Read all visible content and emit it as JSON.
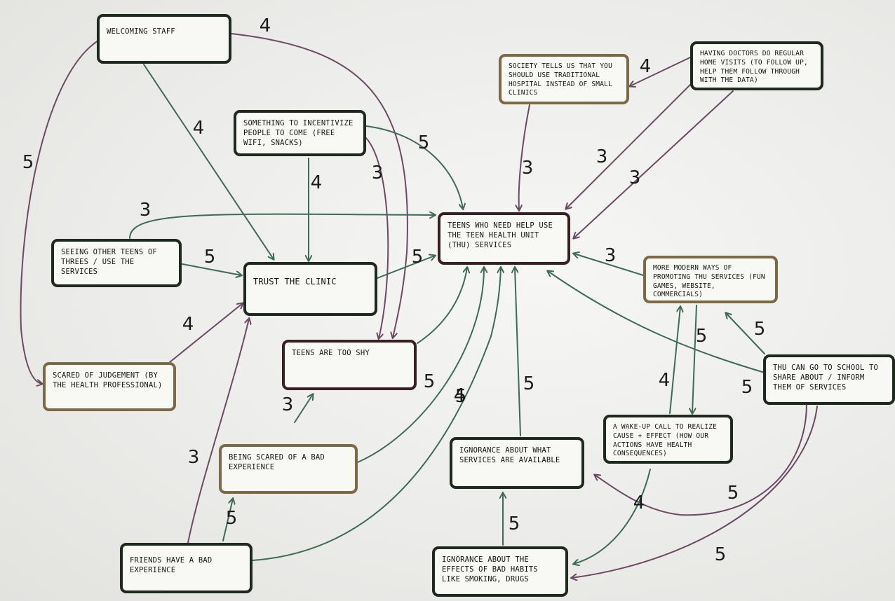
{
  "colors": {
    "board": "#ececea",
    "ink_dark": "#1f2a1f",
    "ink_tan": "#7b6a45",
    "ink_maroon": "#3a1f26",
    "arrow_green": "#3d6b55",
    "arrow_purple": "#6b4a63"
  },
  "nodes": [
    {
      "id": "welcoming",
      "text": "WELCOMING STAFF"
    },
    {
      "id": "society",
      "text": "SOCIETY TELLS US THAT YOU SHOULD USE TRADITIONAL HOSPITAL INSTEAD OF SMALL CLINICS"
    },
    {
      "id": "doctors",
      "text": "HAVING DOCTORS DO REGULAR HOME VISITS (TO FOLLOW UP, HELP THEM FOLLOW THROUGH WITH THE DATA)"
    },
    {
      "id": "incentive",
      "text": "SOMETHING TO INCENTIVIZE PEOPLE TO COME (FREE WIFI, SNACKS)"
    },
    {
      "id": "teens_use",
      "text": "TEENS WHO NEED HELP USE THE TEEN HEALTH UNIT (THU) SERVICES"
    },
    {
      "id": "seeing",
      "text": "SEEING OTHER TEENS OF THREES / USE THE SERVICES"
    },
    {
      "id": "trust",
      "text": "TRUST THE CLINIC"
    },
    {
      "id": "modern",
      "text": "MORE MODERN WAYS OF PROMOTING THU SERVICES (FUN GAMES, WEBSITE, COMMERCIALS)"
    },
    {
      "id": "shy",
      "text": "TEENS ARE TOO SHY"
    },
    {
      "id": "scared_judgement",
      "text": "SCARED OF JUDGEMENT (BY THE HEALTH PROFESSIONAL)"
    },
    {
      "id": "thu_school",
      "text": "THU CAN GO TO SCHOOL TO SHARE ABOUT / INFORM THEM OF SERVICES"
    },
    {
      "id": "wakeup",
      "text": "A WAKE-UP CALL TO REALIZE CAUSE + EFFECT (HOW OUR ACTIONS HAVE HEALTH CONSEQUENCES)"
    },
    {
      "id": "bad_experience",
      "text": "BEING SCARED OF A BAD EXPERIENCE"
    },
    {
      "id": "ignorance_services",
      "text": "IGNORANCE ABOUT WHAT SERVICES ARE AVAILABLE"
    },
    {
      "id": "friends",
      "text": "FRIENDS HAVE A BAD EXPERIENCE"
    },
    {
      "id": "ignorance_effects",
      "text": "IGNORANCE ABOUT THE EFFECTS OF BAD HABITS LIKE SMOKING, DRUGS"
    }
  ],
  "edges": [
    {
      "from": "welcoming",
      "to": "scared_judgement",
      "weight": "5"
    },
    {
      "from": "welcoming",
      "to": "trust",
      "weight": "4"
    },
    {
      "from": "welcoming",
      "to": "shy",
      "weight": "4"
    },
    {
      "from": "incentive",
      "to": "trust",
      "weight": "4"
    },
    {
      "from": "incentive",
      "to": "shy",
      "weight": "3"
    },
    {
      "from": "incentive",
      "to": "teens_use",
      "weight": "5"
    },
    {
      "from": "society",
      "to": "teens_use",
      "weight": "3"
    },
    {
      "from": "doctors",
      "to": "society",
      "weight": "4"
    },
    {
      "from": "doctors",
      "to": "teens_use",
      "weight": "3"
    },
    {
      "from": "doctors",
      "to": "teens_use",
      "weight": "3"
    },
    {
      "from": "seeing",
      "to": "teens_use",
      "weight": "3"
    },
    {
      "from": "seeing",
      "to": "trust",
      "weight": "5"
    },
    {
      "from": "trust",
      "to": "teens_use",
      "weight": "5"
    },
    {
      "from": "scared_judgement",
      "to": "trust",
      "weight": "4"
    },
    {
      "from": "modern",
      "to": "teens_use",
      "weight": "3"
    },
    {
      "from": "modern",
      "to": "wakeup",
      "weight": "5"
    },
    {
      "from": "wakeup",
      "to": "modern",
      "weight": "4"
    },
    {
      "from": "thu_school",
      "to": "modern",
      "weight": "5"
    },
    {
      "from": "thu_school",
      "to": "teens_use",
      "weight": "5"
    },
    {
      "from": "thu_school",
      "to": "ignorance_services",
      "weight": "5"
    },
    {
      "from": "thu_school",
      "to": "ignorance_effects",
      "weight": "5"
    },
    {
      "from": "shy",
      "to": "teens_use",
      "weight": "5"
    },
    {
      "from": "bad_experience",
      "to": "shy",
      "weight": "3"
    },
    {
      "from": "bad_experience",
      "to": "teens_use",
      "weight": "5"
    },
    {
      "from": "friends",
      "to": "trust",
      "weight": "3"
    },
    {
      "from": "friends",
      "to": "bad_experience",
      "weight": "5"
    },
    {
      "from": "friends",
      "to": "teens_use",
      "weight": "4"
    },
    {
      "from": "ignorance_services",
      "to": "teens_use",
      "weight": "5"
    },
    {
      "from": "ignorance_effects",
      "to": "ignorance_services",
      "weight": "5"
    },
    {
      "from": "wakeup",
      "to": "ignorance_effects",
      "weight": "4"
    }
  ]
}
